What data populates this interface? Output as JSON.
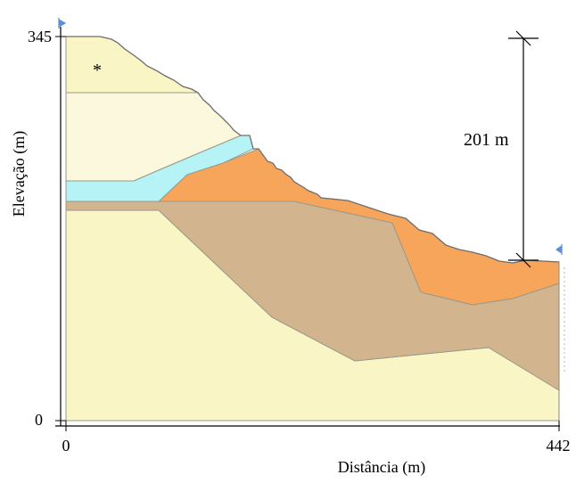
{
  "figure": {
    "y_axis_label": "Elevação (m)",
    "x_axis_label": "Distância (m)",
    "y_tick_top": "345",
    "y_tick_bottom": "0",
    "x_tick_left": "0",
    "x_tick_right": "442",
    "height_annotation": "201 m",
    "marker_symbol": "*"
  },
  "colors": {
    "layer_pale_yellow": "#FAF5C5",
    "layer_cream": "#FBF8DE",
    "layer_cyan": "#B5F3F7",
    "layer_orange": "#F6A55A",
    "layer_tan": "#D2B48E",
    "outline": "#8a8a8a",
    "axis": "#000000"
  }
}
